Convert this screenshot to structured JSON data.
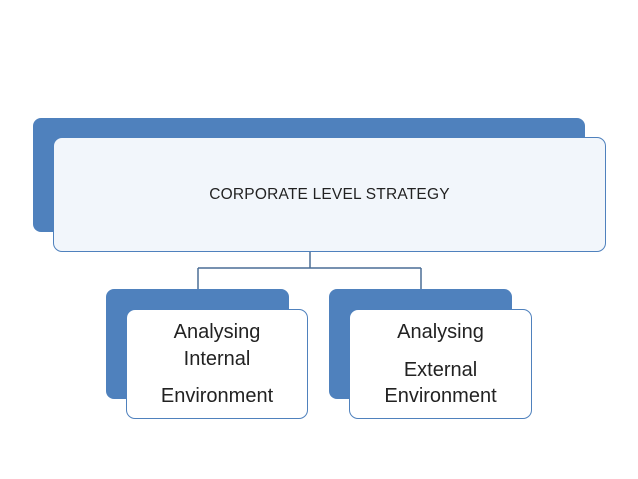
{
  "diagram": {
    "root": {
      "label": "CORPORATE LEVEL STRATEGY"
    },
    "children": [
      {
        "lines": [
          "Analysing",
          "Internal",
          "Environment"
        ]
      },
      {
        "lines": [
          "Analysing",
          "External",
          "Environment"
        ]
      }
    ]
  },
  "colors": {
    "accent": "#4f81bd",
    "connector": "#4a6d96",
    "root_fill": "#f2f6fb",
    "text": "#222222"
  }
}
